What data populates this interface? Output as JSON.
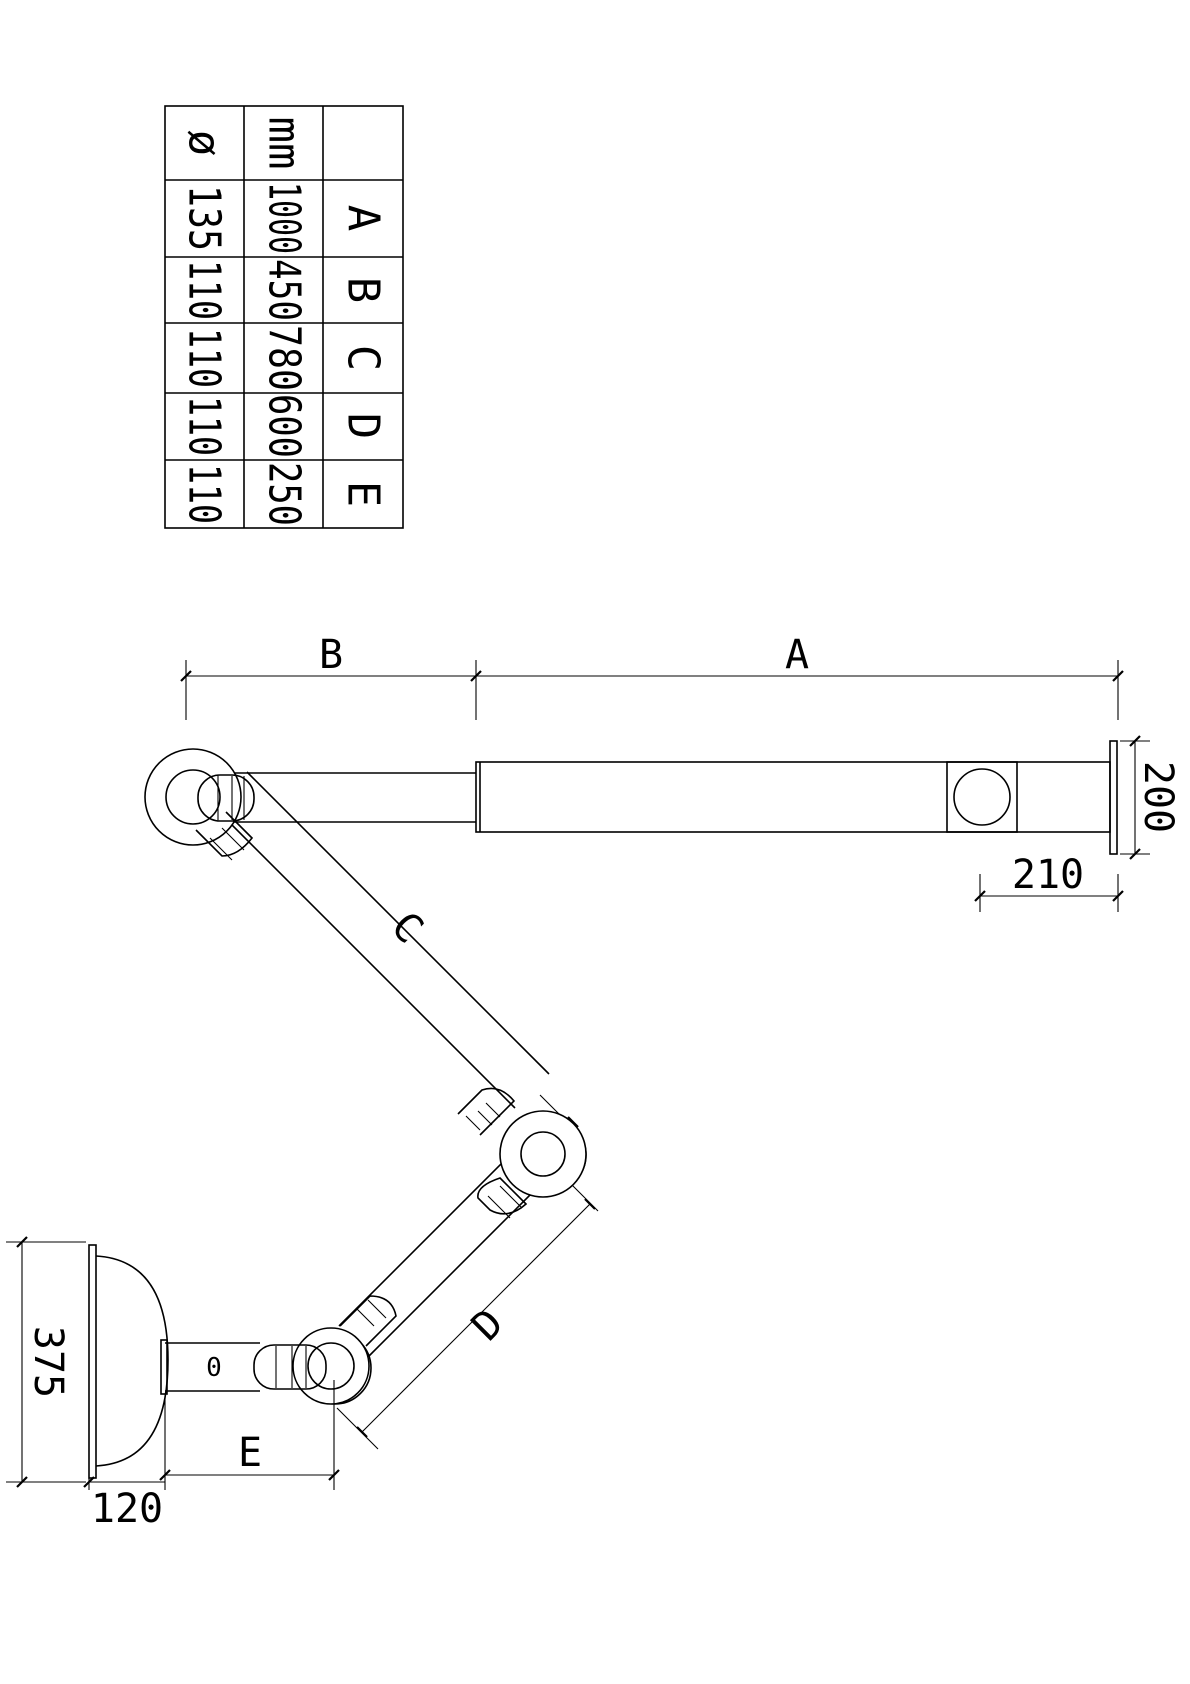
{
  "table": {
    "header_row": [
      "",
      "A",
      "B",
      "C",
      "D",
      "E"
    ],
    "mm_row": [
      "mm",
      "1000",
      "450",
      "780",
      "600",
      "250"
    ],
    "dia_row": [
      "ø",
      "135",
      "110",
      "110",
      "110",
      "110"
    ]
  },
  "dimensions": {
    "A": "A",
    "B": "B",
    "C": "C",
    "D": "D",
    "E": "E",
    "d200": "200",
    "d210": "210",
    "d375": "375",
    "d120": "120",
    "small_mark": "0"
  }
}
